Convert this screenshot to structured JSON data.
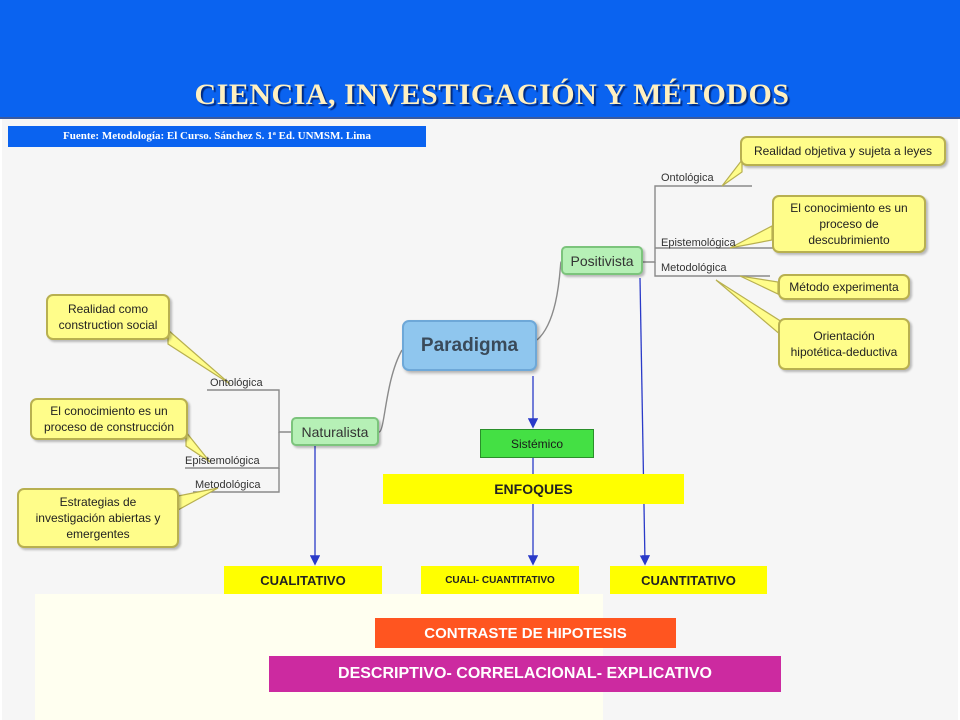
{
  "title": "CIENCIA, INVESTIGACIÓN  Y MÉTODOS",
  "source": "Fuente: Metodología: El Curso. Sánchez S. 1ª Ed. UNMSM.  Lima",
  "diagram": {
    "center": "Paradigma",
    "positivista": {
      "label": "Positivista",
      "branches": {
        "ontologica": "Ontológica",
        "epistemologica": "Epistemológica",
        "metodologica": "Metodológica"
      },
      "notes": {
        "ontologica": "Realidad objetiva y sujeta a leyes",
        "epistemologica": "El conocimiento es un proceso de descubrimiento",
        "metodologica_1": "Método experimenta",
        "metodologica_2": "Orientación hipotética-deductiva"
      }
    },
    "naturalista": {
      "label": "Naturalista",
      "branches": {
        "ontologica": "Ontológica",
        "epistemologica": "Epistemológica",
        "metodologica": "Metodológica"
      },
      "notes": {
        "ontologica": "Realidad como construction social",
        "epistemologica": "El conocimiento es un proceso de construcción",
        "metodologica": "Estrategias de investigación abiertas y emergentes"
      }
    },
    "sistemico": "Sistémico",
    "enfoques": "ENFOQUES",
    "cualitativo": "CUALITATIVO",
    "cualicuantitativo": "CUALI- CUANTITATIVO",
    "cuantitativo": "CUANTITATIVO",
    "contraste": "CONTRASTE DE HIPOTESIS",
    "niveles": "DESCRIPTIVO- CORRELACIONAL- EXPLICATIVO"
  },
  "colors": {
    "header": "#0a63f0",
    "title_text": "#fff0c0",
    "note_bubble": "#fffd8a",
    "paradigma": "#8fc6ee",
    "paradigm_nodes": "#b6f0b6",
    "sistemico": "#44e044",
    "enfoque_bar": "#ffff00",
    "contraste": "#ff5520",
    "niveles": "#cc2aa0",
    "arrows": "#2a3ac8"
  }
}
